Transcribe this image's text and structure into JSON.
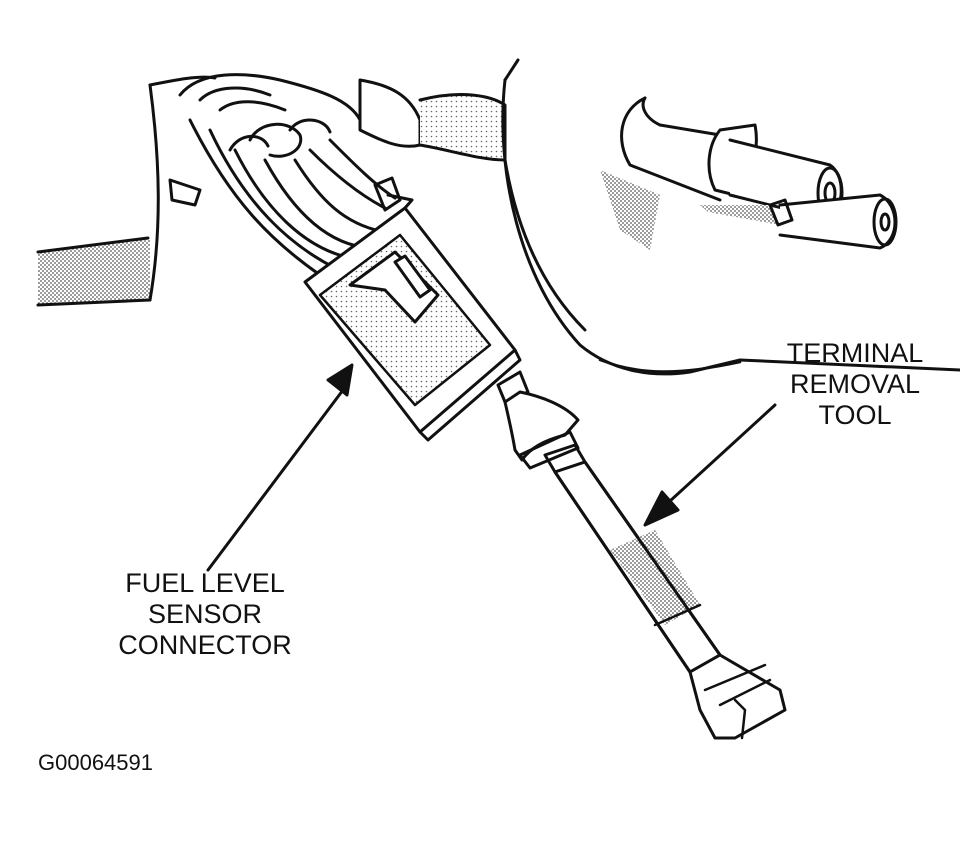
{
  "figure": {
    "labels": {
      "terminal_removal_tool": [
        "TERMINAL",
        "REMOVAL",
        "TOOL"
      ],
      "fuel_level_sensor_connector": [
        "FUEL LEVEL",
        "SENSOR",
        "CONNECTOR"
      ]
    },
    "figure_id": "G00064591"
  },
  "colors": {
    "line": "#111111",
    "shading": "#9a9a9a",
    "background": "#ffffff"
  }
}
